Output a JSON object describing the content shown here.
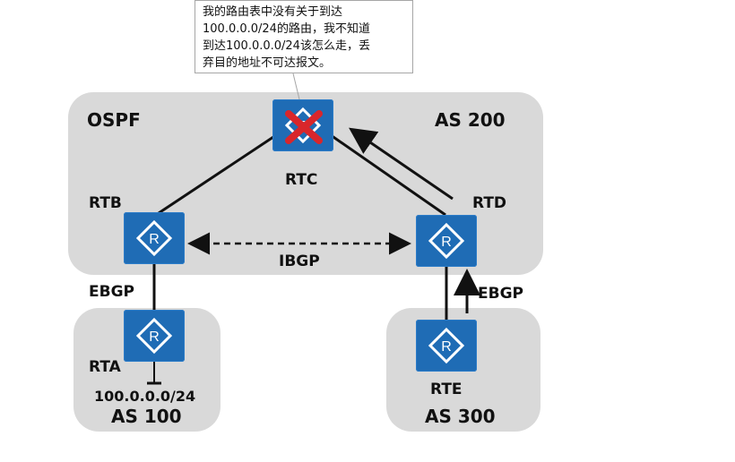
{
  "callout": {
    "lines": [
      "我的路由表中没有关于到达",
      "100.0.0.0/24的路由，我不知道",
      "到达100.0.0.0/24该怎么走，丢",
      "弃目的地址不可达报文。"
    ]
  },
  "regions": {
    "core": {
      "protocol": "OSPF",
      "as": "AS 200"
    },
    "left": {
      "as": "AS 100"
    },
    "right": {
      "as": "AS 300"
    }
  },
  "routers": {
    "rtc": "RTC",
    "rtb": "RTB",
    "rtd": "RTD",
    "rta": "RTA",
    "rte": "RTE"
  },
  "links": {
    "ibgp": "IBGP",
    "ebgp_left": "EBGP",
    "ebgp_right": "EBGP"
  },
  "network": "100.0.0.0/24",
  "colors": {
    "router": "#1f6cb5",
    "region": "#d9d9d9",
    "cross": "#d9262b"
  },
  "icons": {
    "router": "router-icon",
    "failure": "red-x-icon"
  }
}
